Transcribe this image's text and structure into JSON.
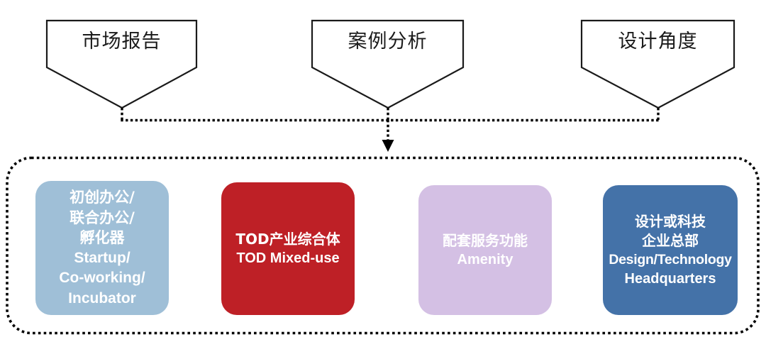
{
  "diagram": {
    "title_sources": [
      {
        "id": "market-report",
        "label": "市场报告"
      },
      {
        "id": "case-analysis",
        "label": "案例分析"
      },
      {
        "id": "design-perspective",
        "label": "设计角度"
      }
    ],
    "connector": {
      "style": "dotted",
      "color": "#000000",
      "arrow_direction": "down",
      "description": "三个来源汇合后向下指向下方容器"
    },
    "container": {
      "border_style": "dotted",
      "border_color": "#000000",
      "fill": "#FFFFFF"
    },
    "cards": [
      {
        "id": "startup",
        "color": "#9FBFD7",
        "lines": [
          "初创办公/",
          "联合办公/",
          "孵化器",
          "Startup/",
          "Co-working/",
          "Incubator"
        ]
      },
      {
        "id": "tod-mixed-use",
        "color": "#BE2026",
        "lines": [
          "TOD产业综合体",
          "TOD Mixed-use"
        ]
      },
      {
        "id": "amenity",
        "color": "#D4C0E4",
        "lines": [
          "配套服务功能",
          "Amenity"
        ]
      },
      {
        "id": "headquarters",
        "color": "#4472A8",
        "lines": [
          "设计或科技",
          "企业总部",
          "Design/Technology",
          "Headquarters"
        ]
      }
    ]
  }
}
